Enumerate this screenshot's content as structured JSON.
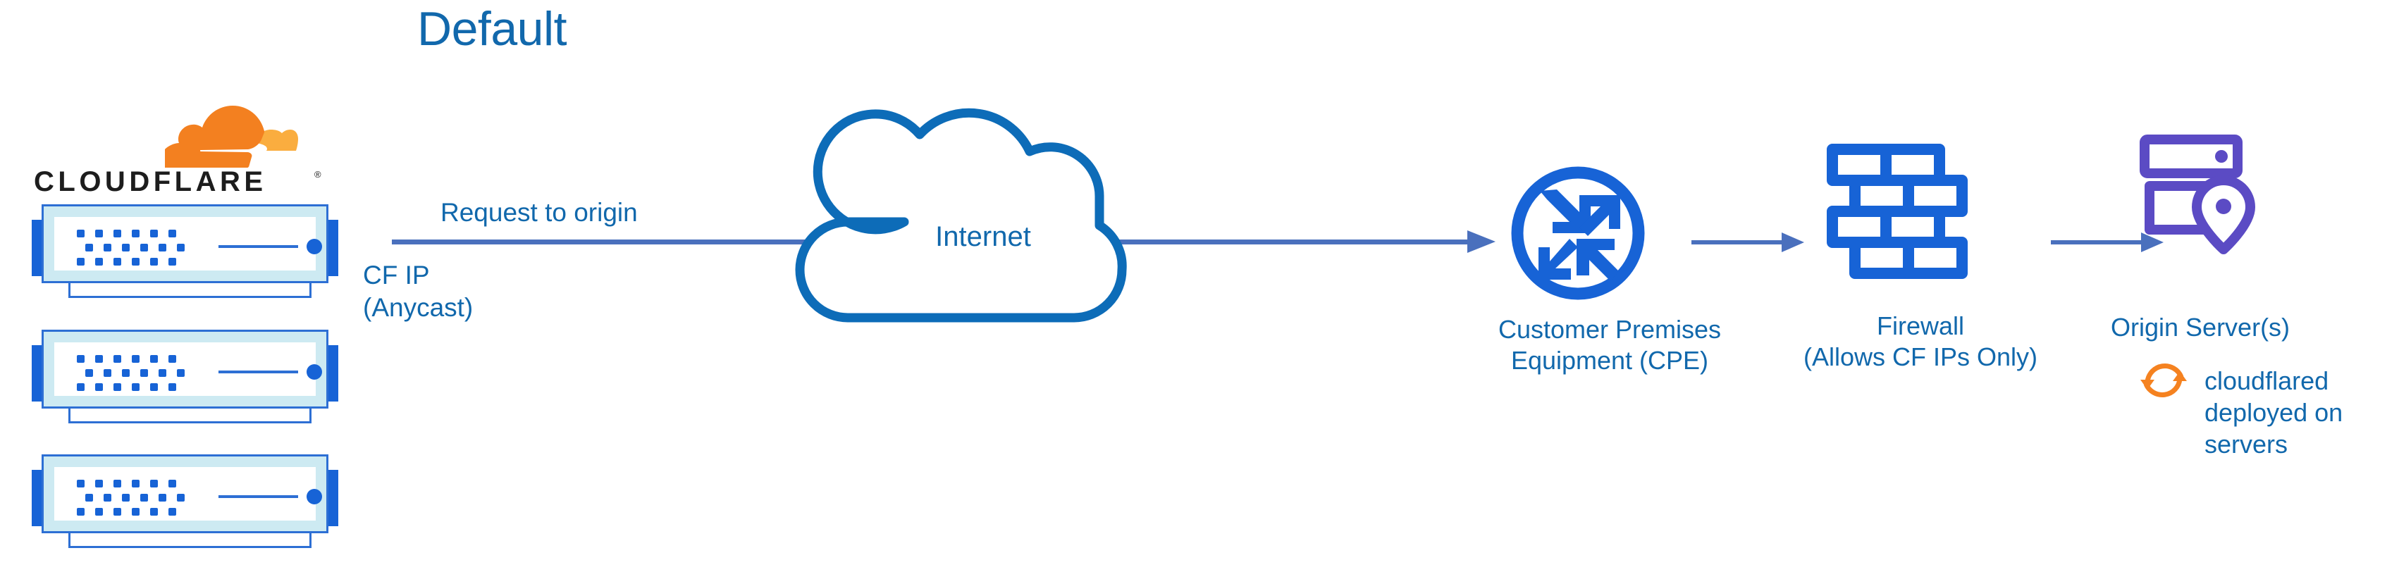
{
  "diagram": {
    "title": "Default",
    "title_color": "#1168ac"
  },
  "colors": {
    "text_blue": "#1168ac",
    "node_blue": "#1763d6",
    "arrow_blue": "#4a70bd",
    "cloud_blue": "#0d6cb8",
    "origin_purple": "#5b4bc4",
    "cloudflare_orange": "#f38020",
    "cloudflare_orange_light": "#faad3f",
    "chassis_cyan": "#cdeaf2",
    "chassis_border": "#2d6fd4"
  },
  "cloudflare_logo": {
    "mark_name": "cloudflare-cloud-mark",
    "wordmark": "CLOUDFLARE",
    "registered_mark": "®"
  },
  "servers": [
    {
      "name": "cloudflare-edge-server-1"
    },
    {
      "name": "cloudflare-edge-server-2"
    },
    {
      "name": "cloudflare-edge-server-3"
    }
  ],
  "flow": {
    "request_label": "Request to origin",
    "cf_ip_label": "CF IP\n(Anycast)"
  },
  "nodes": {
    "internet": {
      "label": "Internet",
      "icon": "cloud-outline-icon"
    },
    "cpe": {
      "label": "Customer Premises\nEquipment (CPE)",
      "icon": "router-four-arrows-icon"
    },
    "firewall": {
      "label": "Firewall\n(Allows CF IPs Only)",
      "icon": "brick-wall-icon"
    },
    "origin": {
      "label": "Origin Server(s)",
      "icon": "server-rack-location-pin-icon"
    },
    "cloudflared": {
      "label": "cloudflared\ndeployed on\nservers",
      "icon": "sync-arrows-icon"
    }
  },
  "arrows": [
    {
      "name": "arrow-cloudflare-to-cpe"
    },
    {
      "name": "arrow-cpe-to-firewall"
    },
    {
      "name": "arrow-firewall-to-origin"
    }
  ]
}
